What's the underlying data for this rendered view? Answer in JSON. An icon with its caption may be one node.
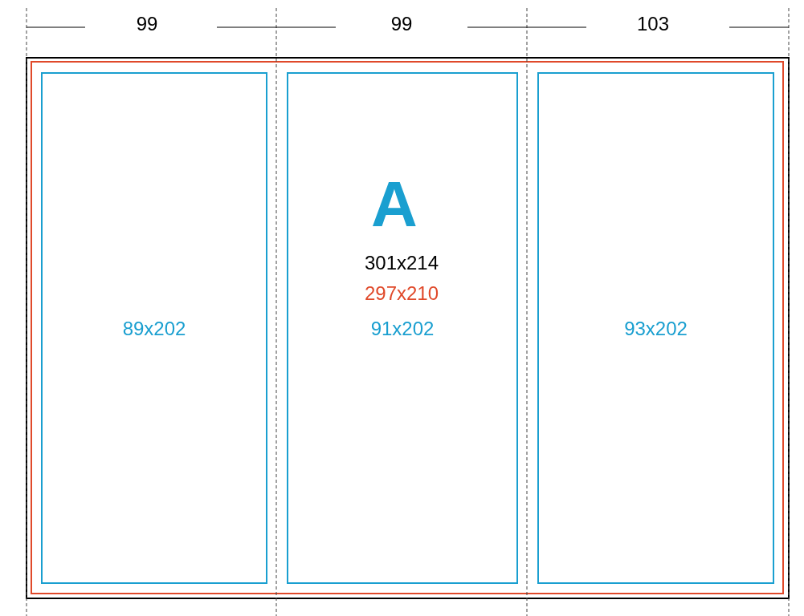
{
  "diagram": {
    "nodes": [
      {
        "text": [
          "89x202"
        ]
      },
      {
        "text": [
          "91x202"
        ]
      },
      {
        "text": [
          "93x202"
        ]
      }
    ],
    "labels": [
      "99",
      "99",
      "103",
      "A",
      "301x214",
      "297x210"
    ]
  }
}
